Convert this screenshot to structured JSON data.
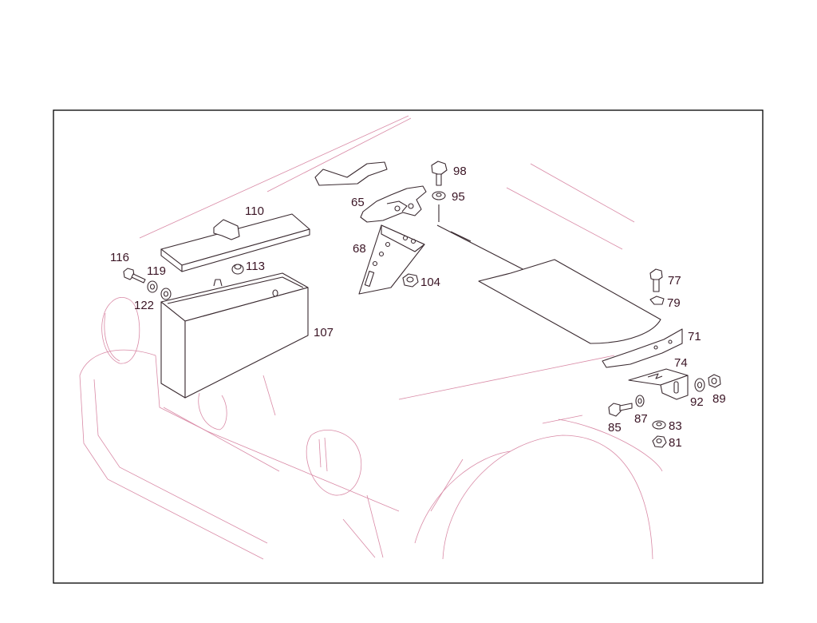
{
  "colors": {
    "ghost_outline": "#d98aa6",
    "part_outline": "#3a2a30",
    "label_text": "#3a1424",
    "frame": "#000000",
    "background": "#ffffff"
  },
  "callouts": [
    {
      "id": "p116",
      "text": "116"
    },
    {
      "id": "p119",
      "text": "119"
    },
    {
      "id": "p122",
      "text": "122"
    },
    {
      "id": "p110",
      "text": "110"
    },
    {
      "id": "p113",
      "text": "113"
    },
    {
      "id": "p107",
      "text": "107"
    },
    {
      "id": "p65",
      "text": "65"
    },
    {
      "id": "p98",
      "text": "98"
    },
    {
      "id": "p95",
      "text": "95"
    },
    {
      "id": "p68",
      "text": "68"
    },
    {
      "id": "p104",
      "text": "104"
    },
    {
      "id": "p77",
      "text": "77"
    },
    {
      "id": "p79",
      "text": "79"
    },
    {
      "id": "p71",
      "text": "71"
    },
    {
      "id": "p74",
      "text": "74"
    },
    {
      "id": "p92",
      "text": "92"
    },
    {
      "id": "p89",
      "text": "89"
    },
    {
      "id": "p85",
      "text": "85"
    },
    {
      "id": "p87",
      "text": "87"
    },
    {
      "id": "p83",
      "text": "83"
    },
    {
      "id": "p81",
      "text": "81"
    }
  ]
}
